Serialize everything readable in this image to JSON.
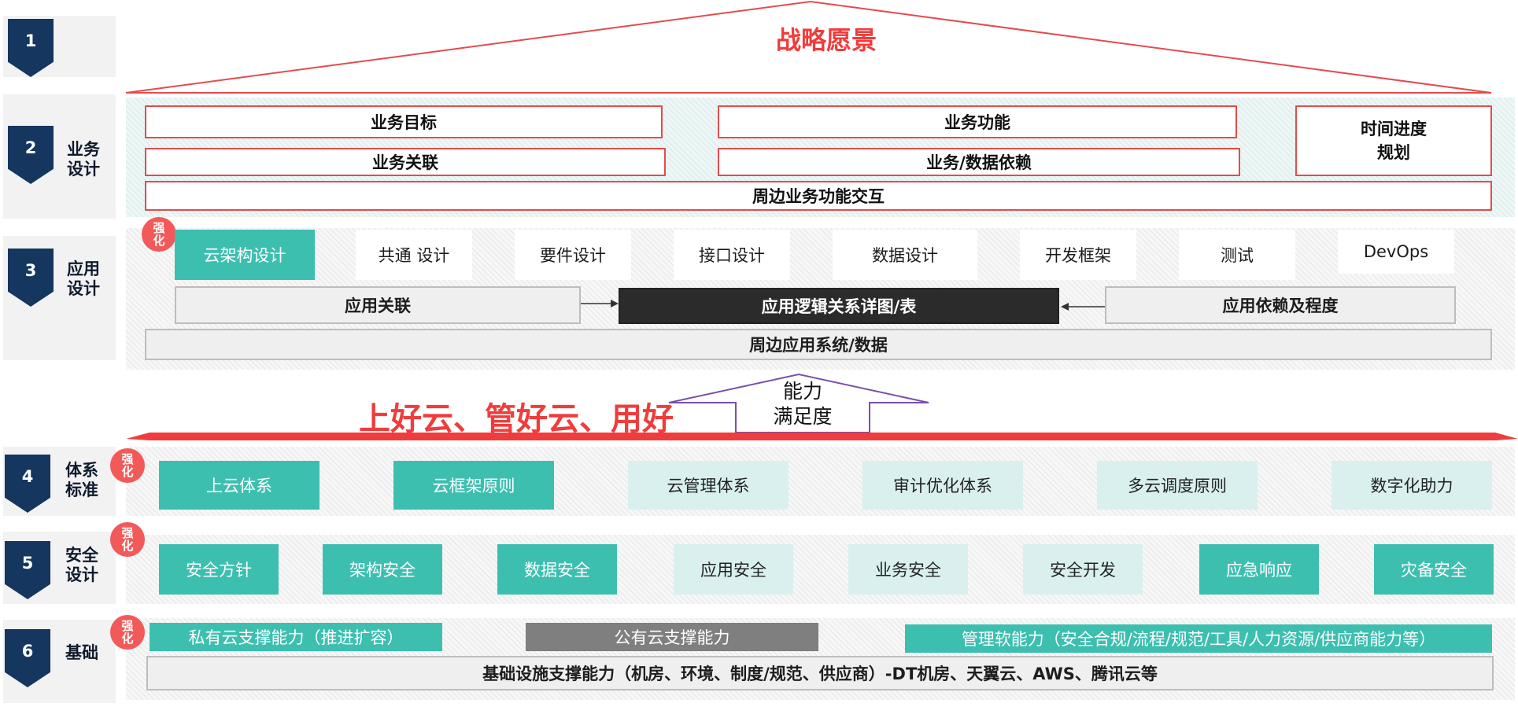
{
  "vision": "战略愿景",
  "layers": [
    {
      "num": "1",
      "label": ""
    },
    {
      "num": "2",
      "label": "业务\n设计"
    },
    {
      "num": "3",
      "label": "应用\n设计"
    },
    {
      "num": "4",
      "label": "体系\n标准"
    },
    {
      "num": "5",
      "label": "安全\n设计"
    },
    {
      "num": "6",
      "label": "基础"
    }
  ],
  "badge": "强\n化",
  "badge_inline": "强化",
  "business": {
    "goal": "业务目标",
    "function": "业务功能",
    "schedule": "时间进度\n规划",
    "relation": "业务关联",
    "dependency": "业务/数据依赖",
    "interaction": "周边业务功能交互"
  },
  "application": {
    "top_items": [
      "云架构设计",
      "共通 设计",
      "要件设计",
      "接口设计",
      "数据设计",
      "开发框架",
      "测试",
      "DevOps"
    ],
    "relation": "应用关联",
    "logic": "应用逻辑关系详图/表",
    "dependency": "应用依赖及程度",
    "peripheral": "周边应用系统/数据"
  },
  "slogan": "上好云、管好云、用好",
  "capability": "能力\n满足度",
  "standards": [
    "上云体系",
    "云框架原则",
    "云管理体系",
    "审计优化体系",
    "多云调度原则",
    "数字化助力"
  ],
  "security": [
    "安全方针",
    "架构安全",
    "数据安全",
    "应用安全",
    "业务安全",
    "安全开发",
    "应急响应",
    "灾备安全"
  ],
  "foundation": {
    "private": "私有云支撑能力（推进扩容）",
    "public": "公有云支撑能力",
    "management": "管理软能力（安全合规/流程/规范/工具/人力资源/供应商能力等）",
    "infrastructure": "基础设施支撑能力（机房、环境、制度/规范、供应商）-DT机房、天翼云、AWS、腾讯云等"
  },
  "colors": {
    "navy": "#14365f",
    "red": "#e54b4b",
    "slogan_red": "#f03c3c",
    "teal": "#3dbfb0",
    "light_teal": "#d9f0ef",
    "arrow_purple": "#7a4fa8"
  }
}
